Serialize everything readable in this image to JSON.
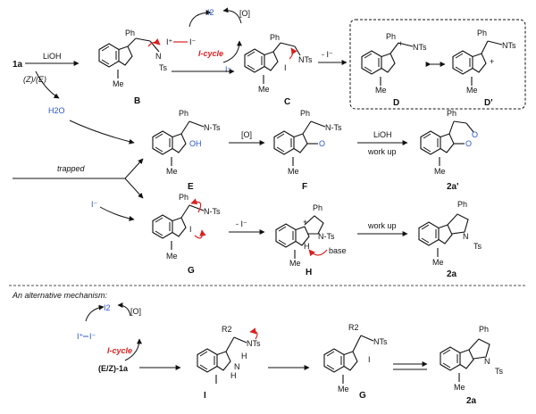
{
  "compounds": {
    "B": "B",
    "C": "C",
    "D": "D",
    "Dp": "D'",
    "E": "E",
    "F": "F",
    "G": "G",
    "H": "H",
    "I": "I",
    "G2": "G",
    "p2a1": "2a'",
    "p2a": "2a",
    "p2a_alt": "2a"
  },
  "reagents": {
    "start": "1a",
    "lioh": "LiOH",
    "zE": "(Z)/(E)",
    "water": "H2O",
    "I2": "I2",
    "O": "[O]",
    "Iminus": "I⁻",
    "Iplus": "I⁺",
    "Iminus2": "I⁻",
    "icycle": "I-cycle",
    "minusI": "- I⁻",
    "minusI2": "- I⁻",
    "O2": "[O]",
    "lioh2": "LiOH",
    "workup": "work up",
    "workup2": "work up",
    "trapped": "trapped",
    "Ineg": "I⁻",
    "base": "base",
    "alt_start": "(E/Z)-1a",
    "alt_I2": "I2",
    "alt_O": "[O]",
    "alt_Ip": "I⁺",
    "alt_Im": "I⁻",
    "alt_icycle": "I-cycle"
  },
  "atom_labels": {
    "ph": "Ph",
    "nts": "NTs",
    "n_ts": "N-Ts",
    "ts": "Ts",
    "n": "N",
    "me": "Me",
    "oh": "OH",
    "o": "O",
    "i": "I",
    "h": "H",
    "r2": "R2",
    "plus": "+"
  },
  "section": {
    "alt_title": "An alternative mechanism:"
  },
  "colors": {
    "accent_red": "#d92020",
    "accent_blue": "#2b55c9",
    "ink": "#111111"
  }
}
